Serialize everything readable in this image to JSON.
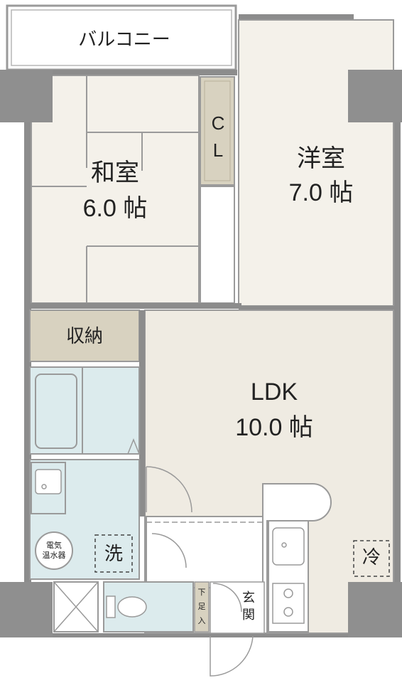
{
  "rooms": {
    "balcony": {
      "name": "バルコニー"
    },
    "washitsu": {
      "name": "和室",
      "size": "6.0 帖"
    },
    "closet_cl": {
      "line1": "C",
      "line2": "L"
    },
    "youshitsu": {
      "name": "洋室",
      "size": "7.0 帖"
    },
    "storage": {
      "name": "収納"
    },
    "ldk": {
      "name": "LDK",
      "size": "10.0 帖"
    },
    "water_heater": {
      "line1": "電気",
      "line2": "温水器"
    },
    "washer": {
      "name": "洗"
    },
    "fridge": {
      "name": "冷"
    },
    "shoe_box": {
      "line1": "下",
      "line2": "足",
      "line3": "入"
    },
    "entrance": {
      "line1": "玄",
      "line2": "関"
    }
  },
  "colors": {
    "wall": "#8c8c8c",
    "pillar": "#8f8f8f",
    "wall_line": "#9a9a9a",
    "room_beige": "#f4f1ea",
    "ldk_beige": "#efebe2",
    "closet_tan": "#d8d2c0",
    "wet_area": "#dcebed",
    "balcony_fill": "#ffffff"
  }
}
